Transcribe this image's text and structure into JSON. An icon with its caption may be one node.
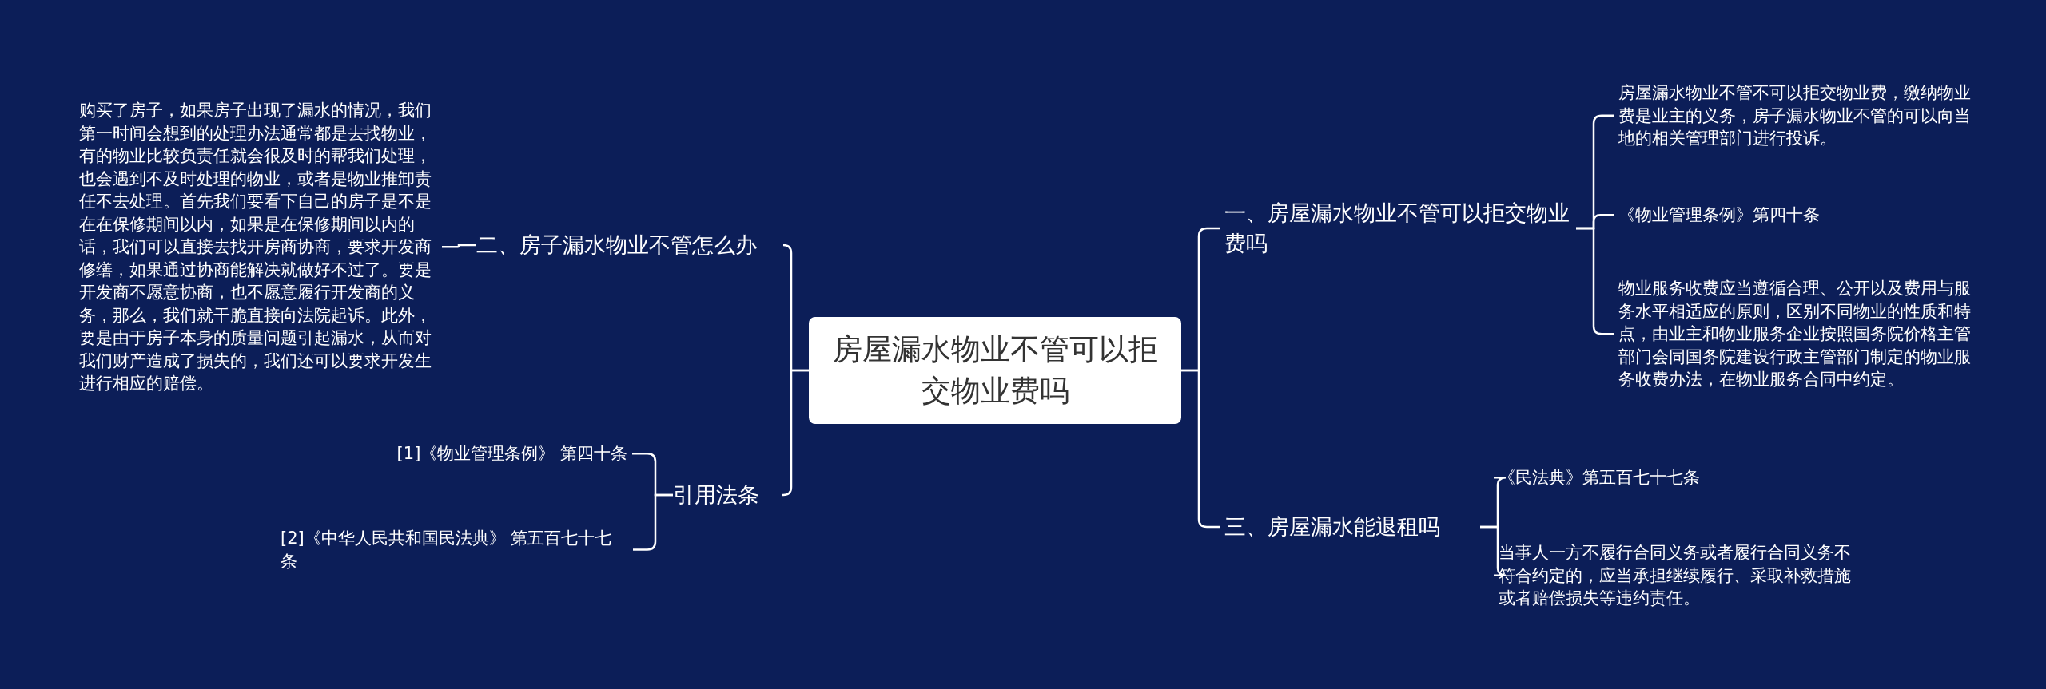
{
  "diagram": {
    "nodes": [
      {
        "text": [
          "房屋漏水物业不管可以拒交物业费吗"
        ]
      },
      {
        "text": [
          "一、房屋漏水物业不管可以拒交物业费吗"
        ]
      },
      {
        "text": [
          "房屋漏水物业不管不可以拒交物业费，缴纳物业费是业主的义务，房子漏水物业不管的可以向当地的相关管理部门进行投诉。"
        ]
      },
      {
        "text": [
          "《物业管理条例》第四十条"
        ]
      },
      {
        "text": [
          "物业服务收费应当遵循合理、公开以及费用与服务水平相适应的原则，区别不同物业的性质和特点，由业主和物业服务企业按照国务院价格主管部门会同国务院建设行政主管部门制定的物业服务收费办法，在物业服务合同中约定。"
        ]
      },
      {
        "text": [
          "三、房屋漏水能退租吗"
        ]
      },
      {
        "text": [
          "《民法典》第五百七十七条"
        ]
      },
      {
        "text": [
          "当事人一方不履行合同义务或者履行合同义务不符合约定的，应当承担继续履行、采取补救措施或者赔偿损失等违约责任。"
        ]
      },
      {
        "text": [
          "二、房子漏水物业不管怎么办"
        ]
      },
      {
        "text": [
          "购买了房子，如果房子出现了漏水的情况，我们第一时间会想到的处理办法通常都是去找物业，有的物业比较负责任就会很及时的帮我们处理，也会遇到不及时处理的物业，或者是物业推卸责任不去处理。首先我们要看下自己的房子是不是在在保修期间以内，如果是在保修期间以内的话，我们可以直接去找开房商协商，要求开发商修缮，如果通过协商能解决就做好不过了。要是开发商不愿意协商，也不愿意履行开发商的义务，那么，我们就干脆直接向法院起诉。此外，要是由于房子本身的质量问题引起漏水，从而对我们财产造成了损失的，我们还可以要求开发生进行相应的赔偿。"
        ]
      },
      {
        "text": [
          "引用法条"
        ]
      },
      {
        "text": [
          "[1]《物业管理条例》 第四十条"
        ]
      },
      {
        "text": [
          "[2]《中华人民共和国民法典》 第五百七十七条"
        ]
      }
    ],
    "edges": [
      {
        "from": 0,
        "to": 1,
        "arrow": "none"
      },
      {
        "from": 0,
        "to": 5,
        "arrow": "none"
      },
      {
        "from": 0,
        "to": 8,
        "arrow": "none"
      },
      {
        "from": 0,
        "to": 10,
        "arrow": "none"
      },
      {
        "from": 1,
        "to": 2,
        "arrow": "none"
      },
      {
        "from": 1,
        "to": 3,
        "arrow": "none"
      },
      {
        "from": 1,
        "to": 4,
        "arrow": "none"
      },
      {
        "from": 5,
        "to": 6,
        "arrow": "none"
      },
      {
        "from": 5,
        "to": 7,
        "arrow": "none"
      },
      {
        "from": 8,
        "to": 9,
        "arrow": "none"
      },
      {
        "from": 10,
        "to": 11,
        "arrow": "none"
      },
      {
        "from": 10,
        "to": 12,
        "arrow": "none"
      }
    ]
  }
}
